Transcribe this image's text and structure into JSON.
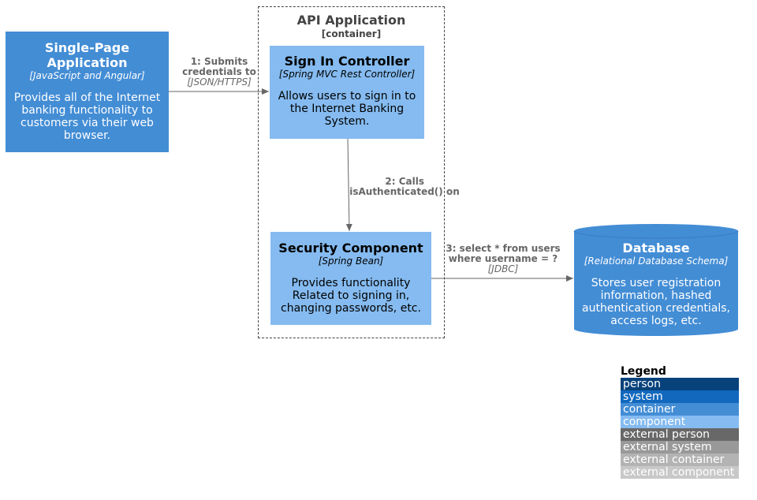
{
  "boundary": {
    "title": "API Application",
    "subtitle": "[container]"
  },
  "nodes": {
    "spa": {
      "title_line1": "Single-Page",
      "title_line2": "Application",
      "tech": "[JavaScript and Angular]",
      "desc_lines": [
        "Provides all of the Internet",
        "banking functionality to",
        "customers via their web",
        "browser."
      ]
    },
    "signin": {
      "title": "Sign In Controller",
      "tech": "[Spring MVC Rest Controller]",
      "desc_lines": [
        "Allows users to sign in to",
        "the Internet Banking",
        "System."
      ]
    },
    "security": {
      "title": "Security Component",
      "tech": "[Spring Bean]",
      "desc_lines": [
        "Provides functionality",
        "Related to signing in,",
        "changing passwords, etc."
      ]
    },
    "database": {
      "title": "Database",
      "tech": "[Relational Database Schema]",
      "desc_lines": [
        "Stores user registration",
        "information, hashed",
        "authentication credentials,",
        "access logs, etc."
      ]
    }
  },
  "edges": {
    "e1": {
      "line1": "1: Submits",
      "line2": "credentials to",
      "tech": "[JSON/HTTPS]"
    },
    "e2": {
      "line1": "2: Calls",
      "line2": "isAuthenticated() on"
    },
    "e3": {
      "line1": "3: select * from users",
      "line2": "where username = ?",
      "tech": "[JDBC]"
    }
  },
  "legend": {
    "title": "Legend",
    "items": [
      {
        "label": "person",
        "color": "#08427b"
      },
      {
        "label": "system",
        "color": "#1168bd"
      },
      {
        "label": "container",
        "color": "#438dd5"
      },
      {
        "label": "component",
        "color": "#85bbf0"
      },
      {
        "label": "external person",
        "color": "#686868"
      },
      {
        "label": "external system",
        "color": "#999999"
      },
      {
        "label": "external container",
        "color": "#b3b3b3"
      },
      {
        "label": "external component",
        "color": "#c8c8c8"
      }
    ]
  },
  "colors": {
    "container": "#438dd5",
    "component": "#85bbf0",
    "edge": "#666666",
    "boundary": "#444444"
  }
}
